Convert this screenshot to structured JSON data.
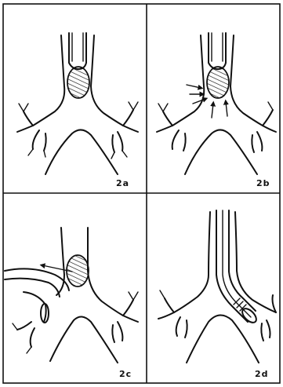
{
  "figure": {
    "panels": [
      {
        "id": "2a",
        "label": "2a"
      },
      {
        "id": "2b",
        "label": "2b"
      },
      {
        "id": "2c",
        "label": "2c"
      },
      {
        "id": "2d",
        "label": "2d"
      }
    ]
  },
  "colors": {
    "ink": "#111111",
    "paper": "#ffffff"
  }
}
